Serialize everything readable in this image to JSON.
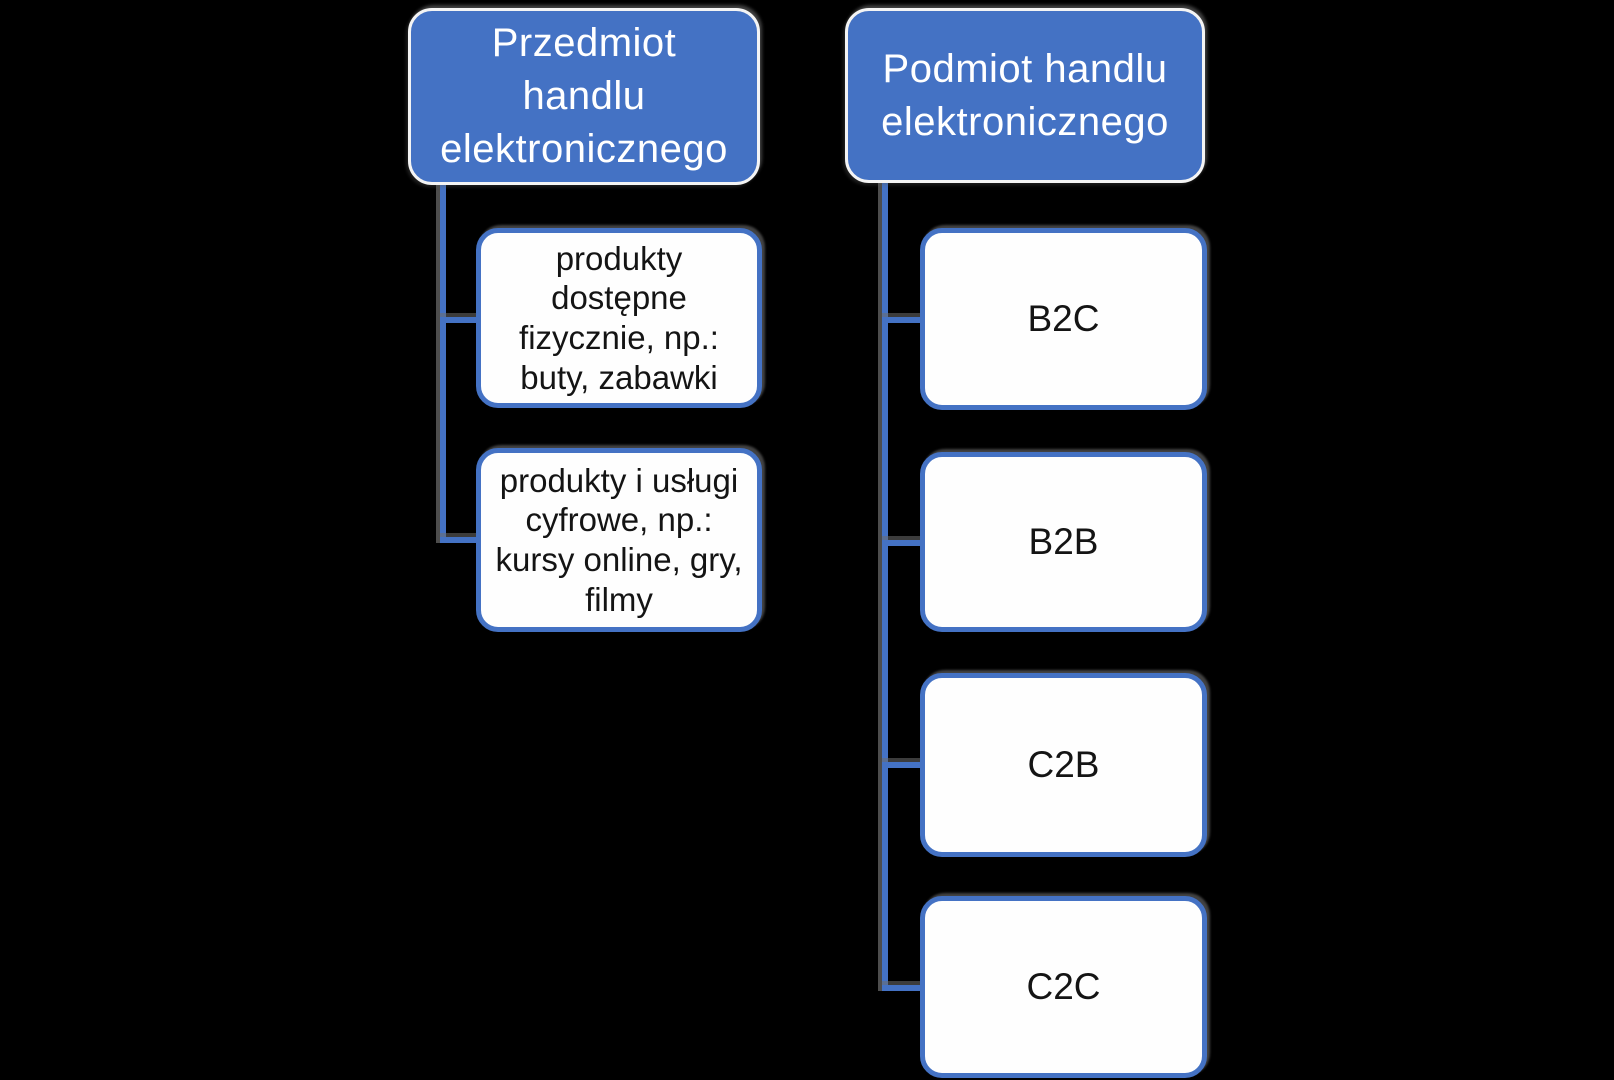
{
  "canvas": {
    "background_color": "#000000"
  },
  "colors": {
    "node_fill": "#4472C4",
    "node_border": "#F4F4F4",
    "node_text": "#FFFFFF",
    "leaf_fill": "#FEFEFE",
    "leaf_border": "#4472C4",
    "leaf_text": "#141414",
    "connector": "#4472C4",
    "shadow": "#787878"
  },
  "diagram": {
    "type": "hierarchy",
    "trees": [
      {
        "id": "przedmiot",
        "root": {
          "label": "Przedmiot\nhandlu\nelektronicznego"
        },
        "children": [
          {
            "label": "produkty\ndostępne\nfizycznie, np.:\nbuty, zabawki"
          },
          {
            "label": "produkty i usługi\ncyfrowe, np.:\nkursy online, gry,\nfilmy"
          }
        ]
      },
      {
        "id": "podmiot",
        "root": {
          "label": "Podmiot handlu\nelektronicznego"
        },
        "children": [
          {
            "label": "B2C"
          },
          {
            "label": "B2B"
          },
          {
            "label": "C2B"
          },
          {
            "label": "C2C"
          }
        ]
      }
    ]
  }
}
